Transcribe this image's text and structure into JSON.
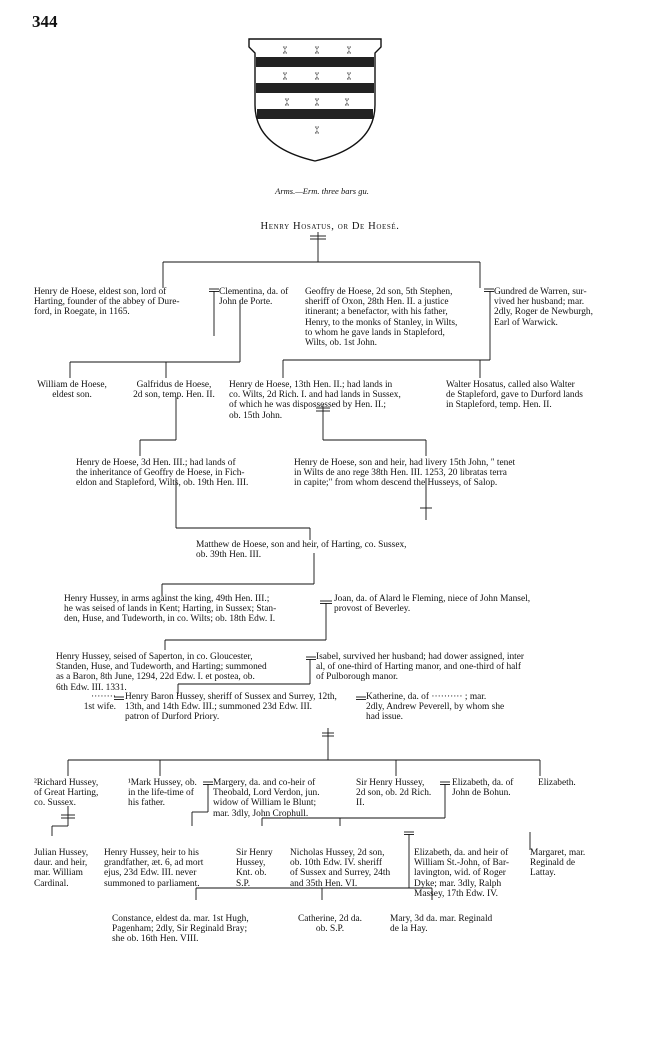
{
  "page_number": "344",
  "arms_caption": "Arms.—Erm. three bars gu.",
  "root": "Henry Hosatus, or De Hoesé.",
  "gen1": {
    "henry": "Henry de Hoese, eldest son, lord of\nHarting, founder of the abbey of Dure-\nford, in Roegate, in 1165.",
    "clementina": "Clementina, da. of\nJohn de Porte.",
    "geoffry": "Geoffry de Hoese, 2d son, 5th Stephen,\nsheriff of Oxon, 28th Hen. II. a justice\nitinerant; a benefactor, with his father,\nHenry, to the monks of Stanley, in Wilts,\nto whom he gave lands in Stapleford,\nWilts, ob. 1st John.",
    "gundred": "Gundred de Warren, sur-\nvived her husband; mar.\n2dly, Roger de Newburgh,\nEarl of Warwick."
  },
  "gen2": {
    "william": "William de Hoese,\neldest son.",
    "galfridus": "Galfridus de Hoese,\n2d son, temp. Hen. II.",
    "henry": "Henry de Hoese, 13th Hen. II.; had lands in\nco. Wilts, 2d Rich. I. and had lands in Sussex,\nof which he was dispossessed by Hen. II.;\nob. 15th John.",
    "walter": "Walter Hosatus, called also Walter\nde Stapleford, gave to Durford lands\nin Stapleford, temp. Hen. II."
  },
  "gen3": {
    "henry_3d": "Henry de Hoese, 3d Hen. III.; had lands of\nthe inheritance of Geoffry de Hoese, in Fich-\neldon and Stapleford, Wilts, ob. 19th Hen. III.",
    "henry_heir": "Henry de Hoese, son and heir, had livery 15th John, \" tenet\nin Wilts de ano rege 38th Hen. III. 1253, 20 libratas terra\nin capite;\" from whom descend the Husseys, of Salop."
  },
  "matthew": "Matthew de Hoese, son and heir, of Harting, co. Sussex,\nob. 39th Hen. III.",
  "henry_hussey_1": "Henry Hussey, in arms against the king, 49th Hen. III.;\nhe was seised of lands in Kent; Harting, in Sussex; Stan-\nden, Huse, and Tudeworth, in co. Wilts; ob. 18th Edw. I.",
  "joan": "Joan, da. of Alard le Fleming, niece of John Mansel,\nprovost of Beverley.",
  "henry_hussey_2": "Henry Hussey, seised of Saperton, in co. Gloucester,\nStanden, Huse, and Tudeworth, and Harting; summoned\nas a Baron, 8th June, 1294, 22d Edw. I. et postea, ob.\n6th Edw. III. 1331.",
  "isabel": "Isabel, survived her husband; had dower assigned, inter\nal, of one-third of Harting manor, and one-third of half\nof Pulborough manor.",
  "first_wife": "········\n1st wife.",
  "henry_baron": "Henry Baron Hussey, sheriff of Sussex and Surrey, 12th,\n13th, and 14th Edw. III.; summoned 23d Edw. III.\npatron of Durford Priory.",
  "katherine": "Katherine, da. of ·········· ; mar.\n2dly, Andrew Peverell, by whom she\nhad issue.",
  "gen_d": {
    "richard": "²Richard Hussey,\nof Great Harting,\nco. Sussex.",
    "mark": "¹Mark Hussey, ob.\nin the life-time of\nhis father.",
    "margery": "Margery, da. and co-heir of\nTheobald, Lord Verdon, jun.\nwidow of William le Blunt;\nmar. 3dly, John Crophull.",
    "sir_henry": "Sir Henry Hussey,\n2d son, ob. 2d Rich.\nII.",
    "elizabeth_bohun": "Elizabeth, da. of\nJohn de Bohun.",
    "elizabeth": "Elizabeth."
  },
  "gen_e": {
    "julian": "Julian Hussey,\ndaur. and heir,\nmar. William\nCardinal.",
    "henry_heir": "Henry Hussey, heir to his\ngrandfather, æt. 6, ad mort\nejus, 23d Edw. III. never\nsummoned to parliament.",
    "sir_henry_knt": "Sir Henry\nHussey,\nKnt. ob.\nS.P.",
    "nicholas": "Nicholas Hussey, 2d son,\nob. 10th Edw. IV. sheriff\nof Sussex and Surrey, 24th\nand 35th Hen. VI.",
    "elizabeth_stjohn": "Elizabeth, da. and heir of\nWilliam St.-John, of Bar-\nlavington, wid. of Roger\nDyke; mar. 3dly, Ralph\nMassey, 17th Edw. IV.",
    "margaret": "Margaret, mar.\nReginald de\nLattay."
  },
  "gen_f": {
    "constance": "Constance, eldest da. mar. 1st Hugh,\nPagenham; 2dly, Sir Reginald Bray;\nshe ob. 16th Hen. VIII.",
    "catherine": "Catherine, 2d da.\nob. S.P.",
    "mary": "Mary, 3d da. mar. Reginald\nde la Hay."
  }
}
